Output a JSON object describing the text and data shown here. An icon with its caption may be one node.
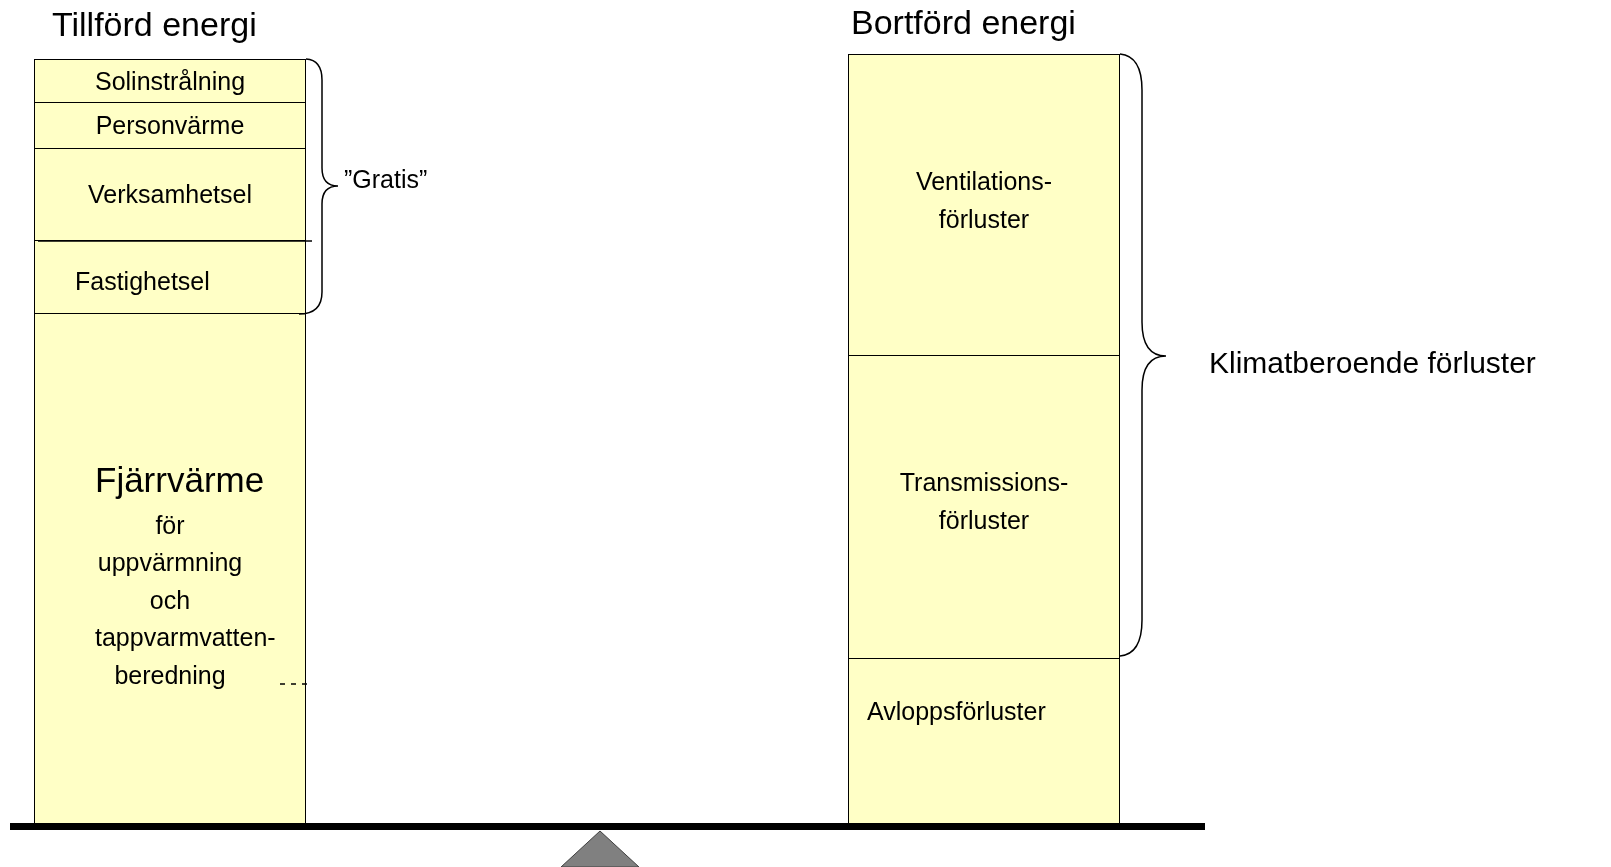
{
  "diagram": {
    "nodes": [
      {
        "text": [
          "Solinstrålning"
        ]
      },
      {
        "text": [
          "Personvärme"
        ]
      },
      {
        "text": [
          "Verksamhetsel"
        ]
      },
      {
        "text": [
          "Fastighetsel"
        ]
      },
      {
        "text": [
          "Fjärrvärme",
          "för uppvärmning och tappvarmvatten-beredning"
        ]
      },
      {
        "text": [
          "Ventilations-förluster"
        ]
      },
      {
        "text": [
          "Transmissions-förluster"
        ]
      },
      {
        "text": [
          "Avloppsförluster"
        ]
      }
    ],
    "labels": [
      "Tillförd energi",
      "Bortförd energi",
      "”Gratis”",
      "Klimatberoende förluster"
    ]
  }
}
